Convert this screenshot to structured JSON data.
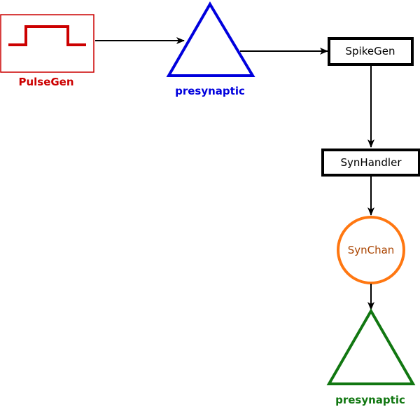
{
  "nodes": {
    "pulsegen": {
      "label": "PulseGen",
      "color": "#cc0000"
    },
    "presynaptic_top": {
      "label": "presynaptic",
      "color": "#0000dd"
    },
    "spikegen": {
      "label": "SpikeGen",
      "color": "#000000"
    },
    "synhandler": {
      "label": "SynHandler",
      "color": "#000000"
    },
    "synchan": {
      "label": "SynChan",
      "color": "#ff7711",
      "text_color": "#aa4400"
    },
    "presynaptic_bottom": {
      "label": "presynaptic",
      "color": "#117711"
    }
  },
  "edges": [
    {
      "from": "PulseGen",
      "to": "presynaptic"
    },
    {
      "from": "presynaptic",
      "to": "SpikeGen"
    },
    {
      "from": "SpikeGen",
      "to": "SynHandler"
    },
    {
      "from": "SynHandler",
      "to": "SynChan"
    },
    {
      "from": "SynChan",
      "to": "presynaptic"
    }
  ]
}
